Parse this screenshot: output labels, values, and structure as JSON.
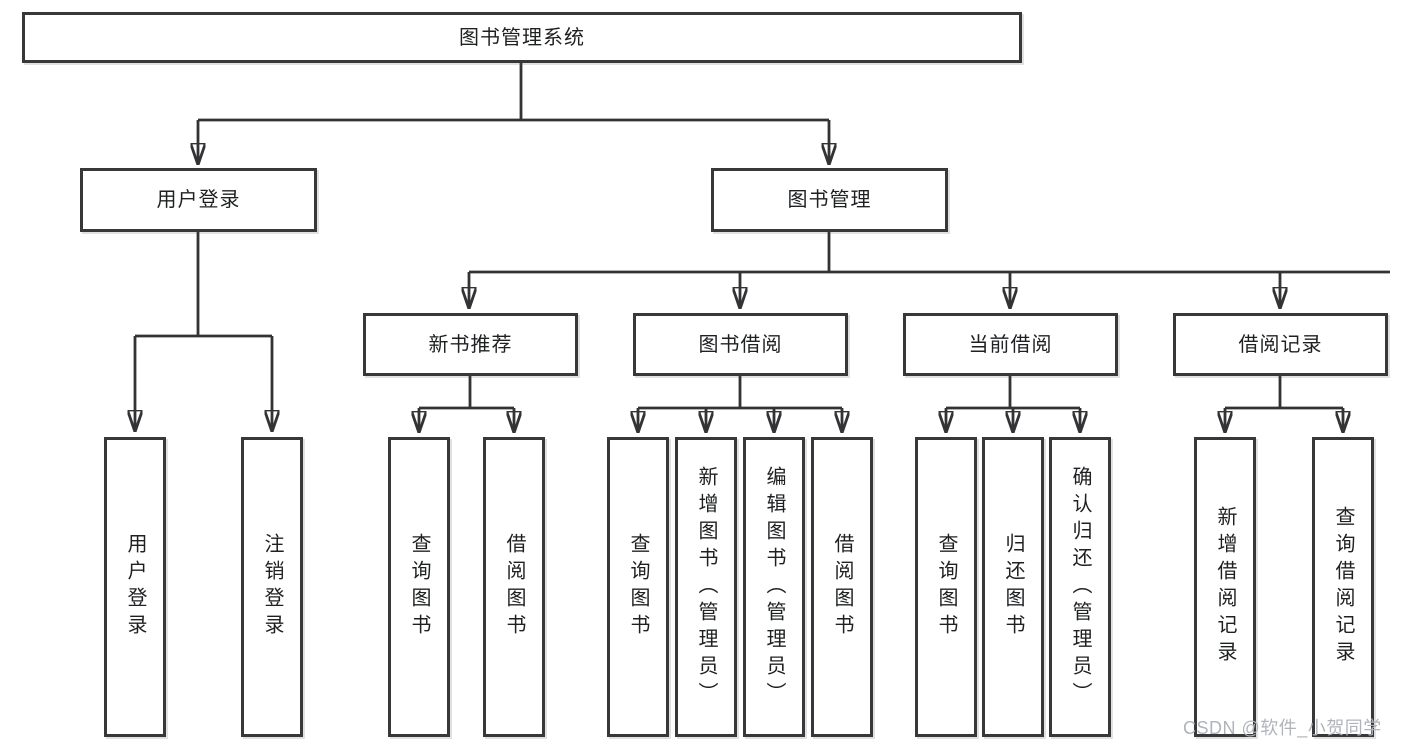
{
  "diagram_type": "functional-structure-tree",
  "root": {
    "label": "图书管理系统"
  },
  "branches": [
    {
      "label": "用户登录",
      "children": [
        {
          "label": "用户登录"
        },
        {
          "label": "注销登录"
        }
      ]
    },
    {
      "label": "图书管理",
      "children": [
        {
          "label": "新书推荐",
          "children": [
            {
              "label": "查询图书"
            },
            {
              "label": "借阅图书"
            }
          ]
        },
        {
          "label": "图书借阅",
          "children": [
            {
              "label": "查询图书"
            },
            {
              "label": "新增图书（管理员）"
            },
            {
              "label": "编辑图书（管理员）"
            },
            {
              "label": "借阅图书"
            }
          ]
        },
        {
          "label": "当前借阅",
          "children": [
            {
              "label": "查询图书"
            },
            {
              "label": "归还图书"
            },
            {
              "label": "确认归还（管理员）"
            }
          ]
        },
        {
          "label": "借阅记录",
          "children": [
            {
              "label": "新增借阅记录"
            },
            {
              "label": "查询借阅记录"
            }
          ]
        }
      ]
    }
  ],
  "watermark": "CSDN @软件_小贺同学",
  "colors": {
    "background": "#ffffff",
    "line": "#333336",
    "box_border": "#38383a",
    "text": "#1f2022",
    "watermark": "#b0b4ba"
  }
}
